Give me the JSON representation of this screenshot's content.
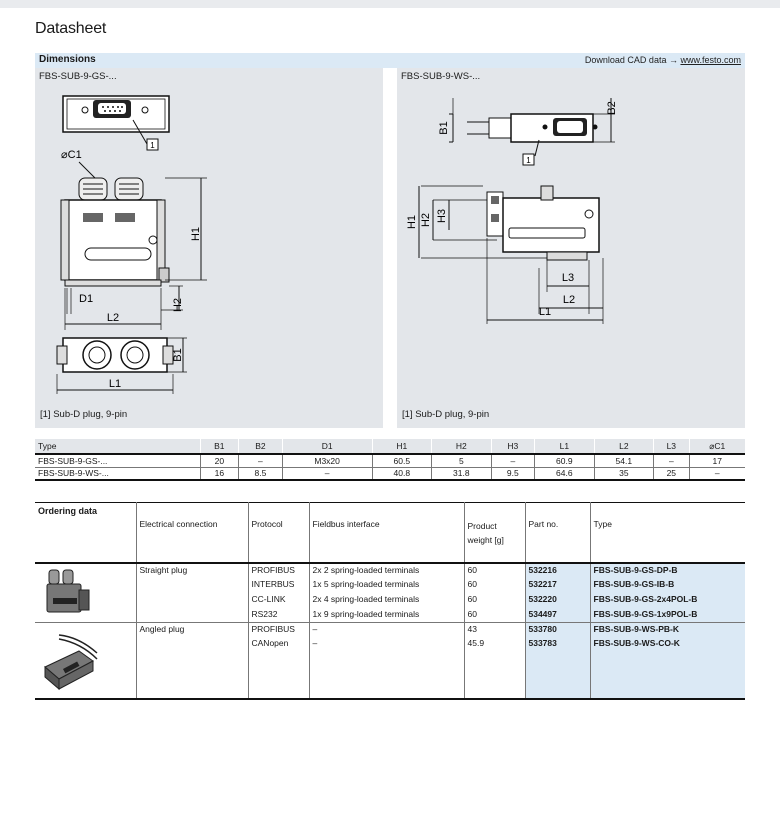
{
  "page": {
    "title": "Datasheet"
  },
  "dimensions": {
    "heading": "Dimensions",
    "cad_prefix": "Download CAD data →",
    "cad_link": "www.festo.com",
    "left_panel": {
      "title": "FBS-SUB-9-GS-...",
      "footnote": "[1]   Sub-D plug, 9-pin",
      "labels": {
        "c1": "⌀C1",
        "d1": "D1",
        "l2": "L2",
        "l1": "L1",
        "h1": "H1",
        "h2": "H2",
        "b1": "B1",
        "callout": "1"
      }
    },
    "right_panel": {
      "title": "FBS-SUB-9-WS-...",
      "footnote": "[1]   Sub-D plug, 9-pin",
      "labels": {
        "b1": "B1",
        "b2": "B2",
        "h1": "H1",
        "h2": "H2",
        "h3": "H3",
        "l1": "L1",
        "l2": "L2",
        "l3": "L3",
        "callout": "1"
      }
    }
  },
  "dim_table": {
    "headers": [
      "Type",
      "B1",
      "B2",
      "D1",
      "H1",
      "H2",
      "H3",
      "L1",
      "L2",
      "L3",
      "⌀C1"
    ],
    "rows": [
      [
        "FBS-SUB-9-GS-...",
        "20",
        "–",
        "M3x20",
        "60.5",
        "5",
        "–",
        "60.9",
        "54.1",
        "–",
        "17"
      ],
      [
        "FBS-SUB-9-WS-...",
        "16",
        "8.5",
        "–",
        "40.8",
        "31.8",
        "9.5",
        "64.6",
        "35",
        "25",
        "–"
      ]
    ]
  },
  "ordering": {
    "heading": "Ordering data",
    "headers": {
      "conn": "Electrical connection",
      "protocol": "Protocol",
      "fieldbus": "Fieldbus interface",
      "weight": "Product weight [g]",
      "part": "Part no.",
      "type": "Type"
    },
    "groups": [
      {
        "connection": "Straight plug",
        "rows": [
          {
            "protocol": "PROFIBUS",
            "interface": "2x 2 spring-loaded terminals",
            "weight": "60",
            "part": "532216",
            "type": "FBS-SUB-9-GS-DP-B"
          },
          {
            "protocol": "INTERBUS",
            "interface": "1x 5 spring-loaded terminals",
            "weight": "60",
            "part": "532217",
            "type": "FBS-SUB-9-GS-IB-B"
          },
          {
            "protocol": "CC-LINK",
            "interface": "2x 4 spring-loaded terminals",
            "weight": "60",
            "part": "532220",
            "type": "FBS-SUB-9-GS-2x4POL-B"
          },
          {
            "protocol": "RS232",
            "interface": "1x 9 spring-loaded terminals",
            "weight": "60",
            "part": "534497",
            "type": "FBS-SUB-9-GS-1x9POL-B"
          }
        ]
      },
      {
        "connection": "Angled plug",
        "rows": [
          {
            "protocol": "PROFIBUS",
            "interface": "–",
            "weight": "43",
            "part": "533780",
            "type": "FBS-SUB-9-WS-PB-K"
          },
          {
            "protocol": "CANopen",
            "interface": "–",
            "weight": "45.9",
            "part": "533783",
            "type": "FBS-SUB-9-WS-CO-K"
          }
        ]
      }
    ]
  }
}
